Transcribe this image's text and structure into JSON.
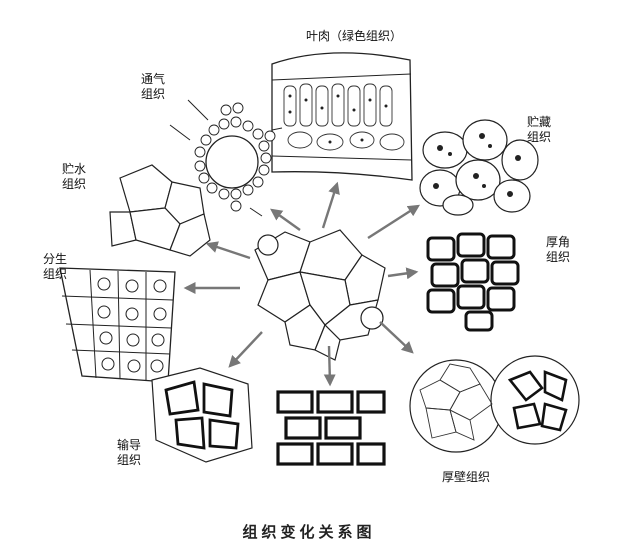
{
  "labels": {
    "mesophyll": "叶肉（绿色组织）",
    "aerenchyma_1": "通气",
    "aerenchyma_2": "组织",
    "storage_1": "贮藏",
    "storage_2": "组织",
    "water_1": "贮水",
    "water_2": "组织",
    "collenchyma_1": "厚角",
    "collenchyma_2": "组织",
    "meristem_1": "分生",
    "meristem_2": "组织",
    "conducting_1": "输导",
    "conducting_2": "组织",
    "sclerenchyma": "厚壁组织"
  },
  "title": "组织变化关系图"
}
